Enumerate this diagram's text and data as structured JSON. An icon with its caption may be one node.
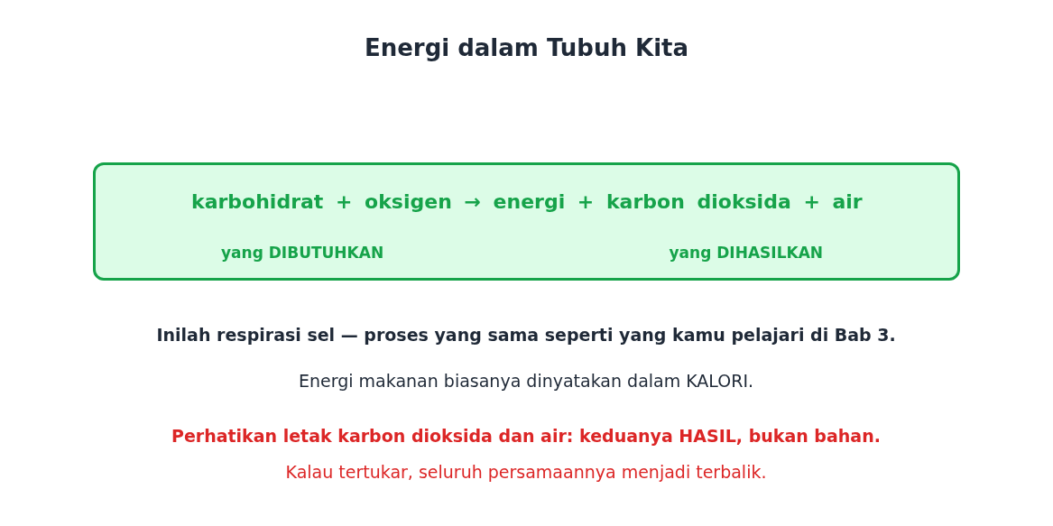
{
  "diagram": {
    "title": "Energi dalam Tubuh Kita",
    "nodes": [
      {
        "text": [
          "karbohidrat + oksigen → energi + karbon dioksida + air",
          "yang DIBUTUHKAN",
          "yang DIHASILKAN"
        ]
      }
    ],
    "labels": [
      "Inilah respirasi sel — proses yang sama seperti yang kamu pelajari di Bab 3.",
      "Energi makanan biasanya dinyatakan dalam KALORI.",
      "Perhatikan letak karbon dioksida dan air: keduanya HASIL, bukan bahan.",
      "Kalau tertukar, seluruh persamaannya menjadi terbalik."
    ]
  }
}
